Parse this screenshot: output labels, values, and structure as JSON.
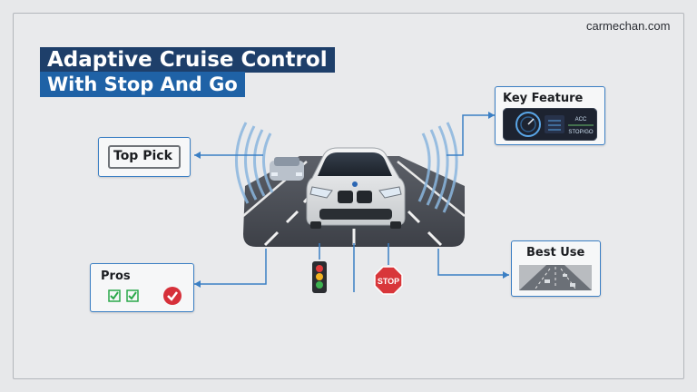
{
  "brand": {
    "site": "carmechan.com"
  },
  "title": {
    "line1": "Adaptive Cruise Control",
    "line2": "With Stop And Go"
  },
  "cards": {
    "top_pick": "Top Pick",
    "key_feature": "Key Feature",
    "best_use": "Best Use",
    "pros": "Pros"
  },
  "dashboard": {
    "acc_label": "ACC",
    "mode_label": "STOP/GO"
  },
  "stop_sign": {
    "text": "STOP"
  },
  "colors": {
    "accent": "#3b7fc4",
    "title_dark": "#1e3f6a",
    "title_blue": "#1f62a6",
    "check_green": "#2aa84a",
    "check_red": "#d6303a"
  }
}
